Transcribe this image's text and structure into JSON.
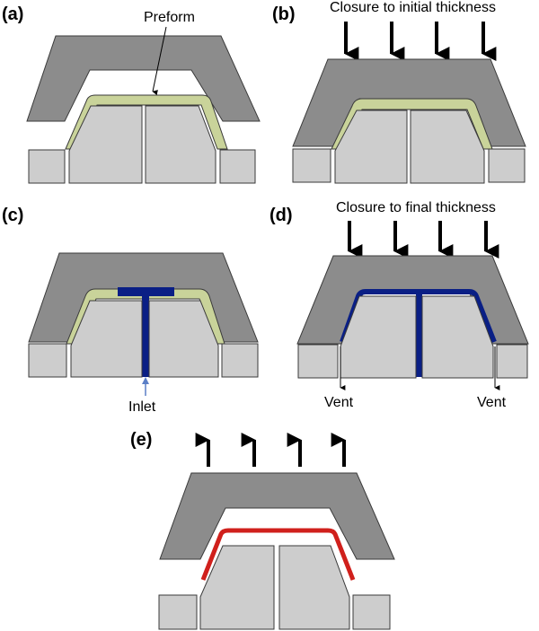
{
  "panels": {
    "a": {
      "label": "(a)",
      "annotation": "Preform"
    },
    "b": {
      "label": "(b)",
      "caption": "Closure to initial thickness"
    },
    "c": {
      "label": "(c)",
      "annotation": "Inlet"
    },
    "d": {
      "label": "(d)",
      "caption": "Closure to final thickness",
      "vent_left": "Vent",
      "vent_right": "Vent"
    },
    "e": {
      "label": "(e)"
    }
  },
  "colors": {
    "mold_top": "#8c8c8c",
    "mold_block": "#cdcdcd",
    "outline": "#3a3a3a",
    "preform": "#c9d39a",
    "resin": "#0a1f85",
    "part": "#d0201c",
    "inlet_arrow": "#5b7fc7",
    "arrow": "#000000"
  }
}
